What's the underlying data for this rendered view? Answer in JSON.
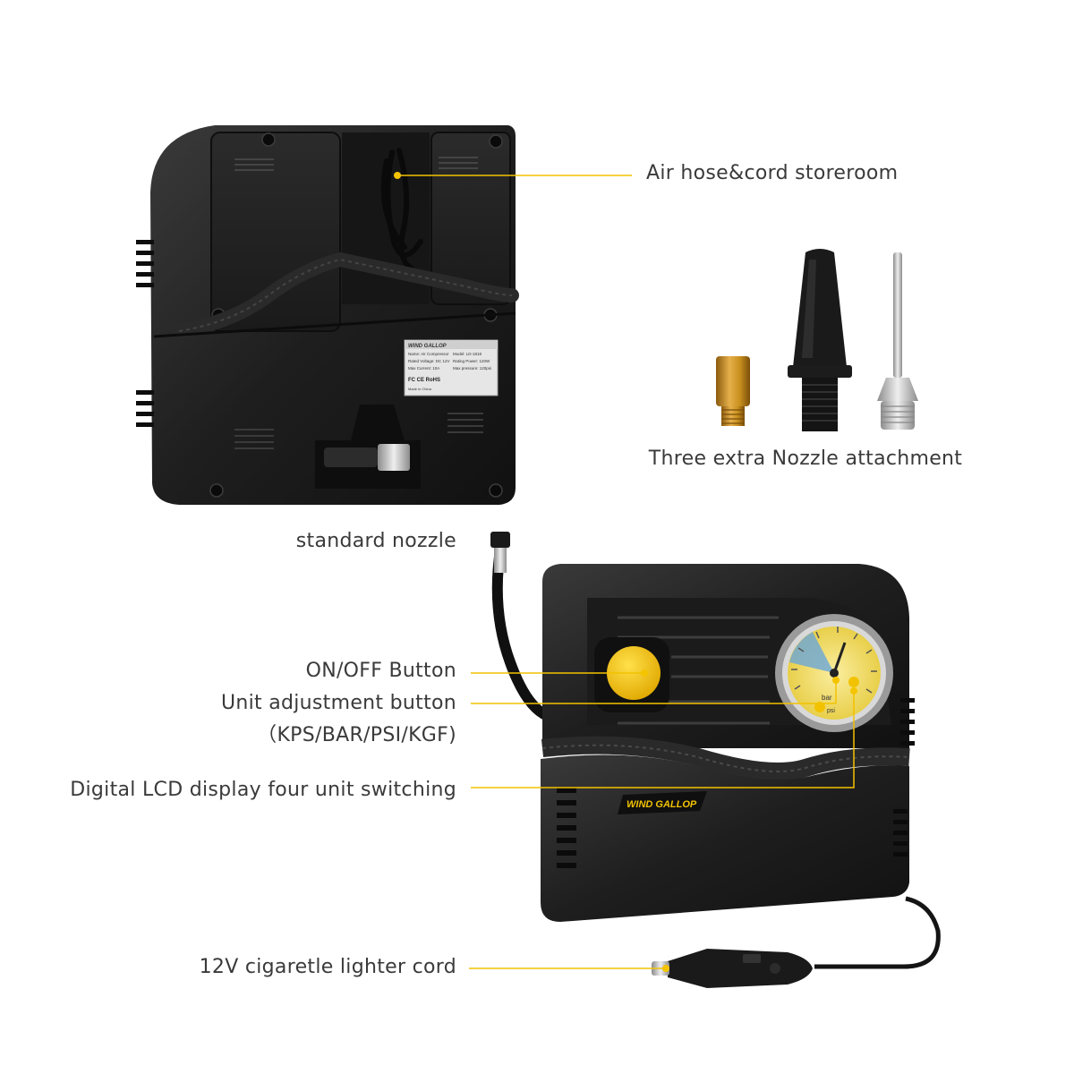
{
  "callouts": {
    "storeroom": "Air hose&cord storeroom",
    "nozzles": "Three extra Nozzle attachment",
    "standard_nozzle": "standard nozzle",
    "on_off": "ON/OFF Button",
    "unit_adjust": "Unit adjustment button",
    "unit_list": "（KPS/BAR/PSI/KGF)",
    "lcd": "Digital LCD display four unit switching",
    "cord": "12V cigaretle lighter cord"
  },
  "product": {
    "brand_logo": "WIND GALLOP",
    "label_plate": {
      "brand": "WIND GALLOP",
      "name": "Name:  Air Compressor",
      "model": "Model:  LD-1818",
      "voltage": "Rated Voltage: DC 12V",
      "power": "Rating Power: 120W",
      "current": "Max Current: 10A",
      "pressure": "Max pressure: 120psi",
      "origin": "Made in China",
      "cert": "FC CE RoHS"
    },
    "gauge": {
      "unit_bar": "bar",
      "unit_psi": "psi"
    }
  },
  "colors": {
    "callout_line": "#f2c200",
    "callout_dot": "#f5c400",
    "body_black": "#1c1c1c",
    "gauge_yellow": "#f4e06a",
    "button_yellow": "#f5c400",
    "brass": "#c8901e"
  }
}
